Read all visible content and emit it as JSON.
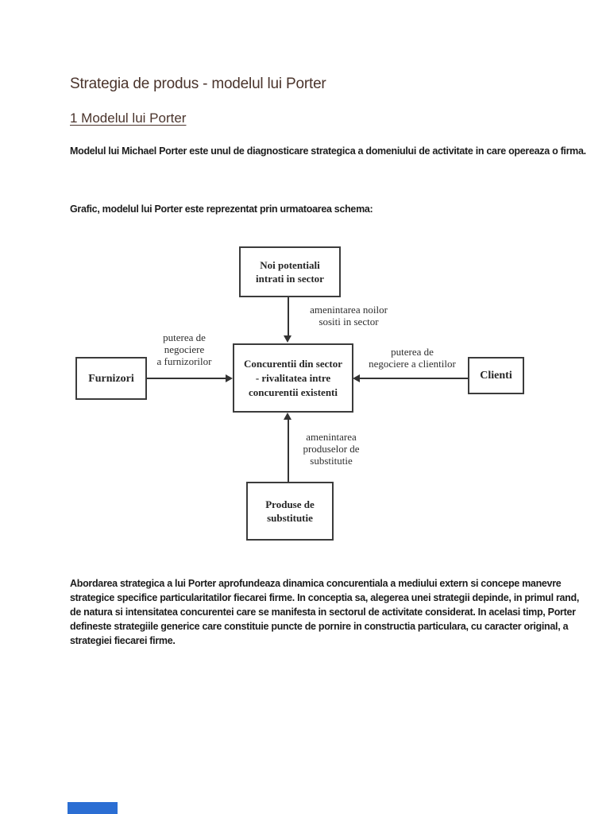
{
  "document": {
    "title": "Strategia de produs - modelul lui Porter",
    "heading": "1 Modelul lui Porter",
    "paragraphs": {
      "intro": "Modelul lui Michael Porter este unul de diagnosticare strategica a domeniului de activitate in care opereaza o firma.",
      "lead": "Grafic, modelul lui Porter este reprezentat prin urmatoarea schema:",
      "closing": "Abordarea strategica a lui Porter aprofundeaza dinamica concurentiala a mediului extern si concepe manevre strategice specifice particularitatilor fiecarei firme.  In conceptia sa, alegerea unei strategii depinde, in primul rand, de natura si intensitatea concurentei care se manifesta in sectorul de activitate considerat. In acelasi timp, Porter defineste strategiile generice care constituie puncte de pornire in constructia particulara, cu caracter original, a strategiei fiecarei firme."
    }
  },
  "diagram": {
    "boxes": {
      "new_entrants": "Noi potentiali\nintrati in sector",
      "competitors": "Concurentii din sector\n- rivalitatea intre\nconcurentii existenti",
      "suppliers": "Furnizori",
      "clients": "Clienti",
      "substitutes": "Produse de\nsubstitutie"
    },
    "arrow_labels": {
      "new_entrants_threat": "amenintarea noilor\nsositi in sector",
      "supplier_power": "puterea de\nnegociere\na furnizorilor",
      "client_power": "puterea de\nnegociere a clientilor",
      "substitutes_threat": "amenintarea\nproduselor de\nsubstitutie"
    }
  },
  "colors": {
    "heading_text": "#4a342c",
    "body_text": "#1c1c1c",
    "diagram_text": "#2e2e2e",
    "box_border": "#3c3c3c",
    "next_page_fragment": "#2b6ed3"
  }
}
